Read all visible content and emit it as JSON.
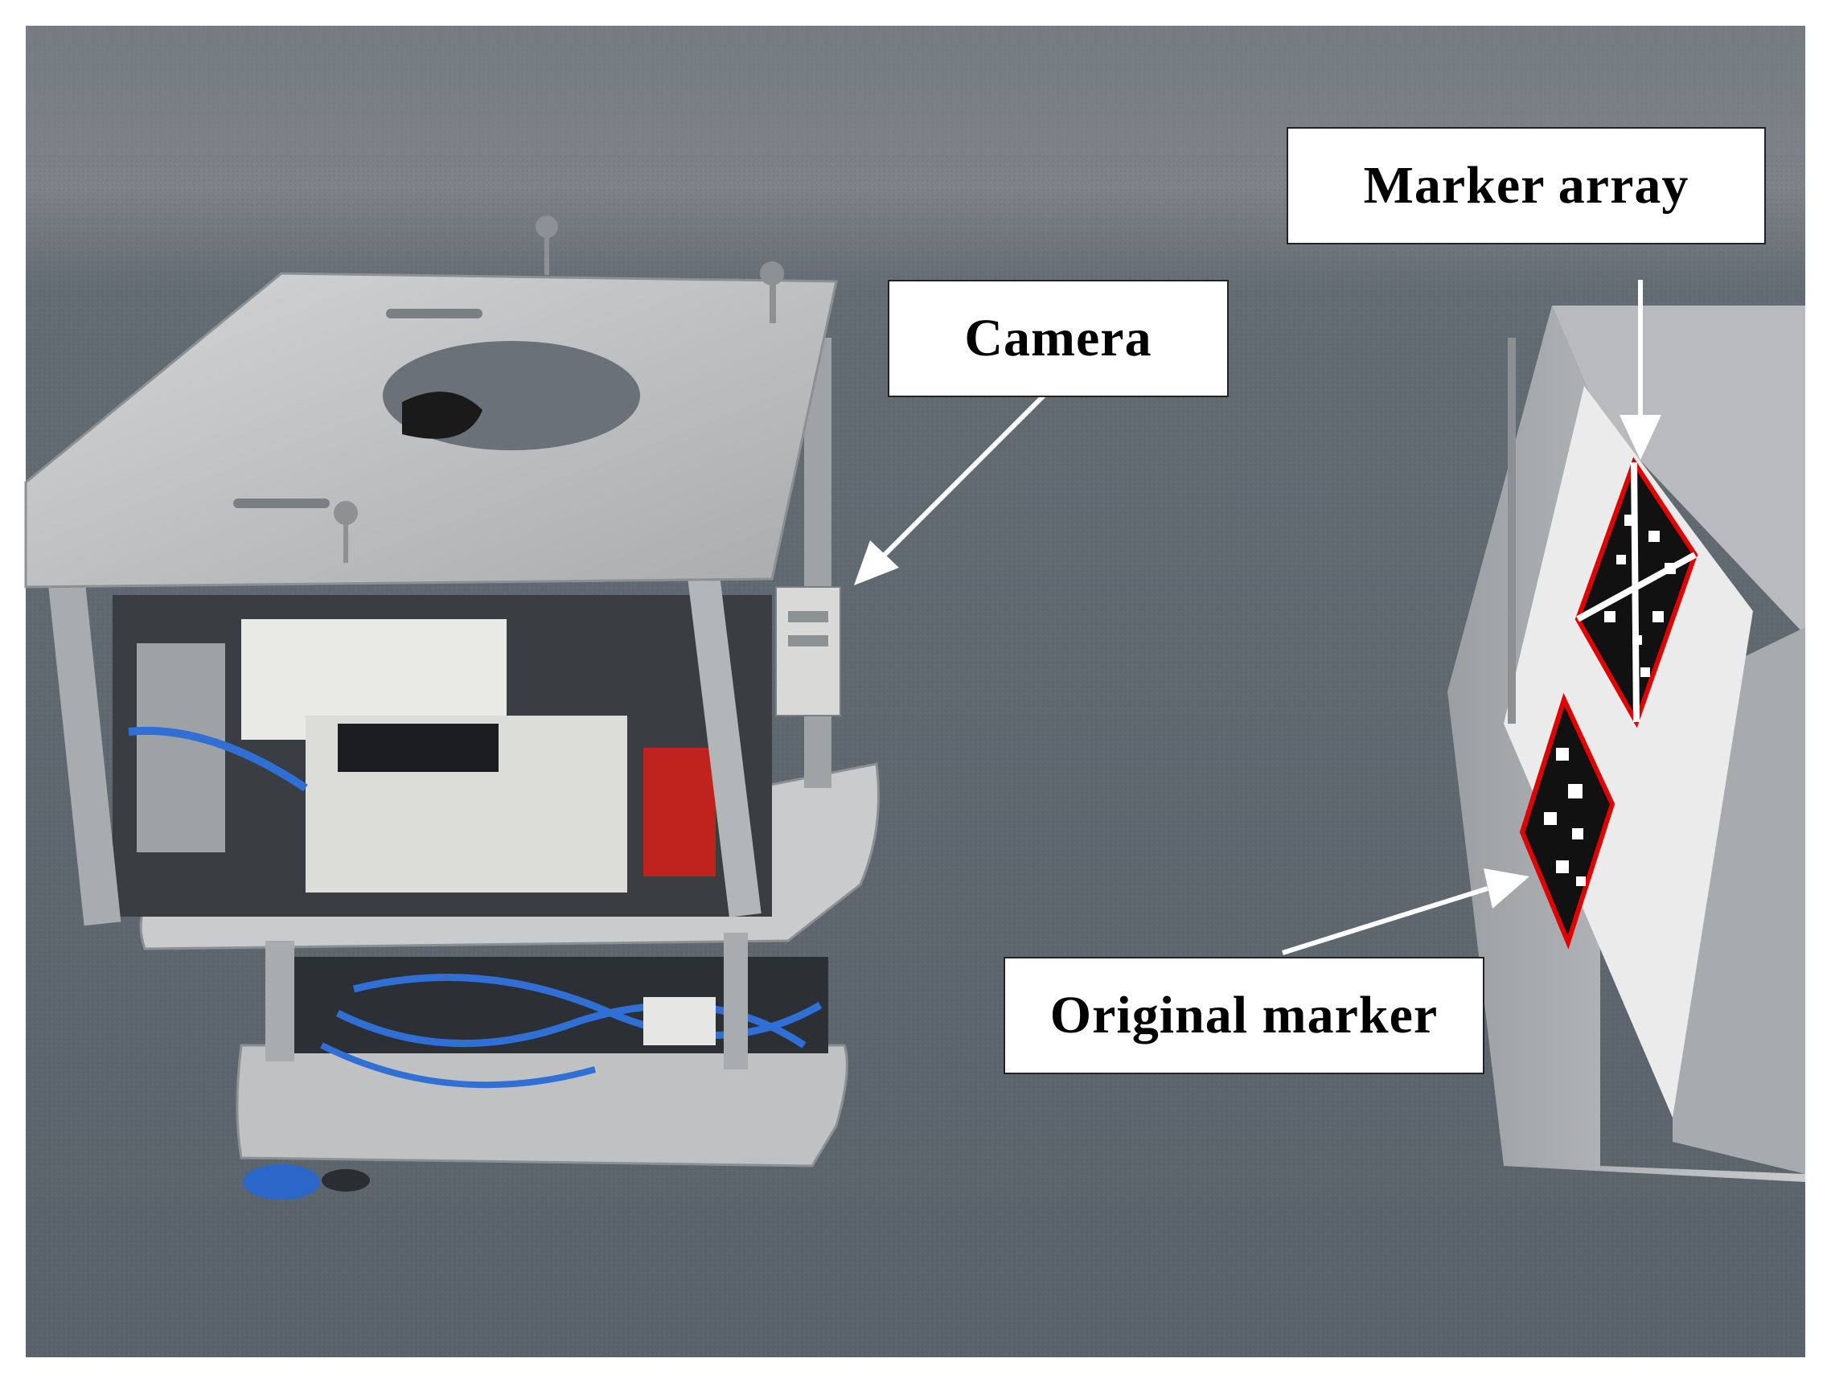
{
  "figure": {
    "labels": {
      "camera": "Camera",
      "marker_array": "Marker array",
      "original_marker": "Original marker"
    },
    "colors": {
      "floor": "#5d6670",
      "metal": "#c6c8ca",
      "marker_outline": "#e00000",
      "tubing": "#2f6fd6"
    }
  }
}
